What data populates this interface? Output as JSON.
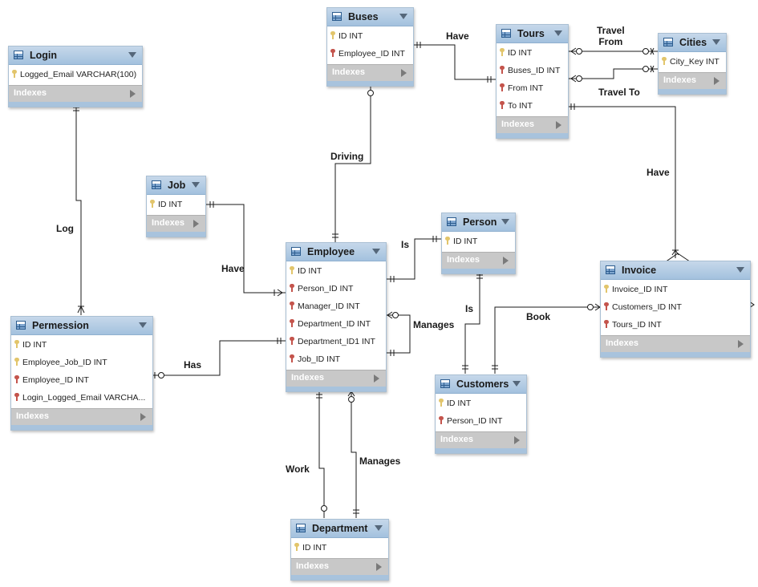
{
  "indexes_label": "Indexes",
  "tables": {
    "login": {
      "name": "Login",
      "columns": [
        {
          "label": "Logged_Email VARCHAR(100)",
          "key": "pk"
        }
      ]
    },
    "buses": {
      "name": "Buses",
      "columns": [
        {
          "label": "ID INT",
          "key": "pk"
        },
        {
          "label": "Employee_ID INT",
          "key": "fk"
        }
      ]
    },
    "tours": {
      "name": "Tours",
      "columns": [
        {
          "label": "ID INT",
          "key": "pk"
        },
        {
          "label": "Buses_ID INT",
          "key": "fk"
        },
        {
          "label": "From INT",
          "key": "fk"
        },
        {
          "label": "To INT",
          "key": "fk"
        }
      ]
    },
    "cities": {
      "name": "Cities",
      "columns": [
        {
          "label": "City_Key INT",
          "key": "pk"
        }
      ]
    },
    "job": {
      "name": "Job",
      "columns": [
        {
          "label": "ID INT",
          "key": "pk"
        }
      ]
    },
    "person": {
      "name": "Person",
      "columns": [
        {
          "label": "ID INT",
          "key": "pk"
        }
      ]
    },
    "employee": {
      "name": "Employee",
      "columns": [
        {
          "label": "ID INT",
          "key": "pk"
        },
        {
          "label": "Person_ID INT",
          "key": "fk"
        },
        {
          "label": "Manager_ID INT",
          "key": "fk"
        },
        {
          "label": "Department_ID INT",
          "key": "fk"
        },
        {
          "label": "Department_ID1 INT",
          "key": "fk"
        },
        {
          "label": "Job_ID INT",
          "key": "fk"
        }
      ]
    },
    "invoice": {
      "name": "Invoice",
      "columns": [
        {
          "label": "Invoice_ID INT",
          "key": "pk"
        },
        {
          "label": "Customers_ID INT",
          "key": "fk"
        },
        {
          "label": "Tours_ID INT",
          "key": "fk"
        }
      ]
    },
    "permession": {
      "name": "Permession",
      "columns": [
        {
          "label": "ID INT",
          "key": "pk"
        },
        {
          "label": "Employee_Job_ID INT",
          "key": "pk"
        },
        {
          "label": "Employee_ID INT",
          "key": "fk"
        },
        {
          "label": "Login_Logged_Email VARCHA...",
          "key": "fk"
        }
      ]
    },
    "customers": {
      "name": "Customers",
      "columns": [
        {
          "label": "ID INT",
          "key": "pk"
        },
        {
          "label": "Person_ID INT",
          "key": "fk"
        }
      ]
    },
    "department": {
      "name": "Department",
      "columns": [
        {
          "label": "ID INT",
          "key": "pk"
        }
      ]
    }
  },
  "relationships": {
    "buses_tours": "Have",
    "travel_from": "Travel\nFrom",
    "travel_to": "Travel To",
    "driving": "Driving",
    "tours_invoice": "Have",
    "log": "Log",
    "job_employee": "Have",
    "employee_person": "Is",
    "employee_manages_self": "Manages",
    "person_customers": "Is",
    "book": "Book",
    "permession_employee": "Has",
    "work": "Work",
    "manages_department": "Manages"
  },
  "colors": {
    "header": "#a3c1de",
    "indexes_bar": "#c8c8c8",
    "primary_key": "#e2c56b",
    "foreign_key": "#c4544c",
    "line": "#1a1a1a"
  }
}
